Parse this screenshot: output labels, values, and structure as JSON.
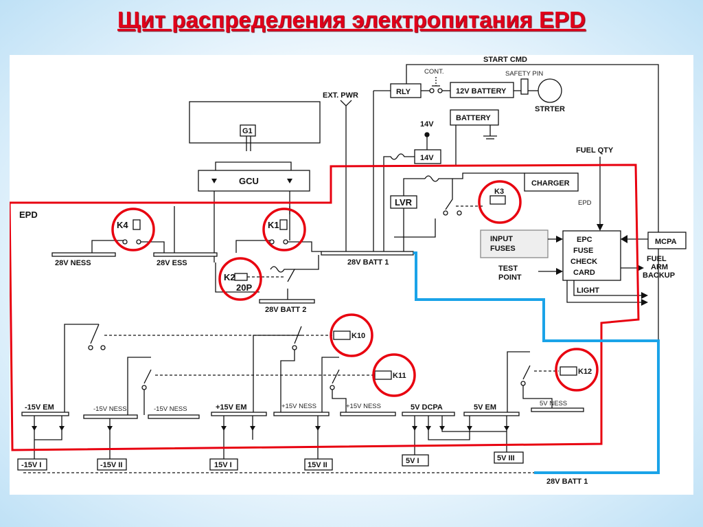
{
  "title": "Щит распределения электропитания EPD",
  "labels": {
    "start_cmd": "START CMD",
    "cont": "CONT.",
    "safety_pin": "SAFETY PIN",
    "ext_pwr": "EXT. PWR",
    "rly": "RLY",
    "battery_12v": "12V BATTERY",
    "strter": "STRTER",
    "battery": "BATTERY",
    "v14_top": "14V",
    "v14_box": "14V",
    "g1": "G1",
    "gcu": "GCU",
    "fuel_qty": "FUEL QTY",
    "lvr": "LVR",
    "charger": "CHARGER",
    "epd_sig": "EPD",
    "epd": "EPD",
    "input_fuses_1": "INPUT",
    "input_fuses_2": "FUSES",
    "test_point_1": "TEST",
    "test_point_2": "POINT",
    "epc_1": "EPC",
    "epc_2": "FUSE",
    "epc_3": "CHECK",
    "epc_4": "CARD",
    "mcpa": "MCPA",
    "fuel_arm_1": "FUEL",
    "fuel_arm_2": "ARM",
    "fuel_arm_3": "BACKUP",
    "light": "LIGHT",
    "k1": "K1",
    "k2": "K2",
    "k2_20p": "20P",
    "k3": "K3",
    "k4": "K4",
    "k10": "K10",
    "k11": "K11",
    "k12": "K12",
    "bus_28v_ness": "28V NESS",
    "bus_28v_ess": "28V ESS",
    "bus_28v_batt1": "28V BATT 1",
    "bus_28v_batt2": "28V BATT 2",
    "bus_m15_em": "-15V EM",
    "bus_m15_ness": "-15V NESS",
    "bus_m15_ness2": "-15V NESS",
    "bus_p15_em": "+15V EM",
    "bus_p15_ness": "+15V NESS",
    "bus_p15_ness2": "+15V NESS",
    "bus_5v_dcpa": "5V DCPA",
    "bus_5v_em": "5V EM",
    "bus_5v_ness": "5V NESS",
    "out_m15_i": "-15V I",
    "out_m15_ii": "-15V II",
    "out_15_i": "15V I",
    "out_15_ii": "15V II",
    "out_5v_i": "5V I",
    "out_5v_iii": "5V III",
    "bottom_batt": "28V BATT 1"
  },
  "colors": {
    "title": "#e0001a",
    "highlight_red": "#e8000f",
    "highlight_blue": "#1aa3e8",
    "line": "#111111"
  }
}
